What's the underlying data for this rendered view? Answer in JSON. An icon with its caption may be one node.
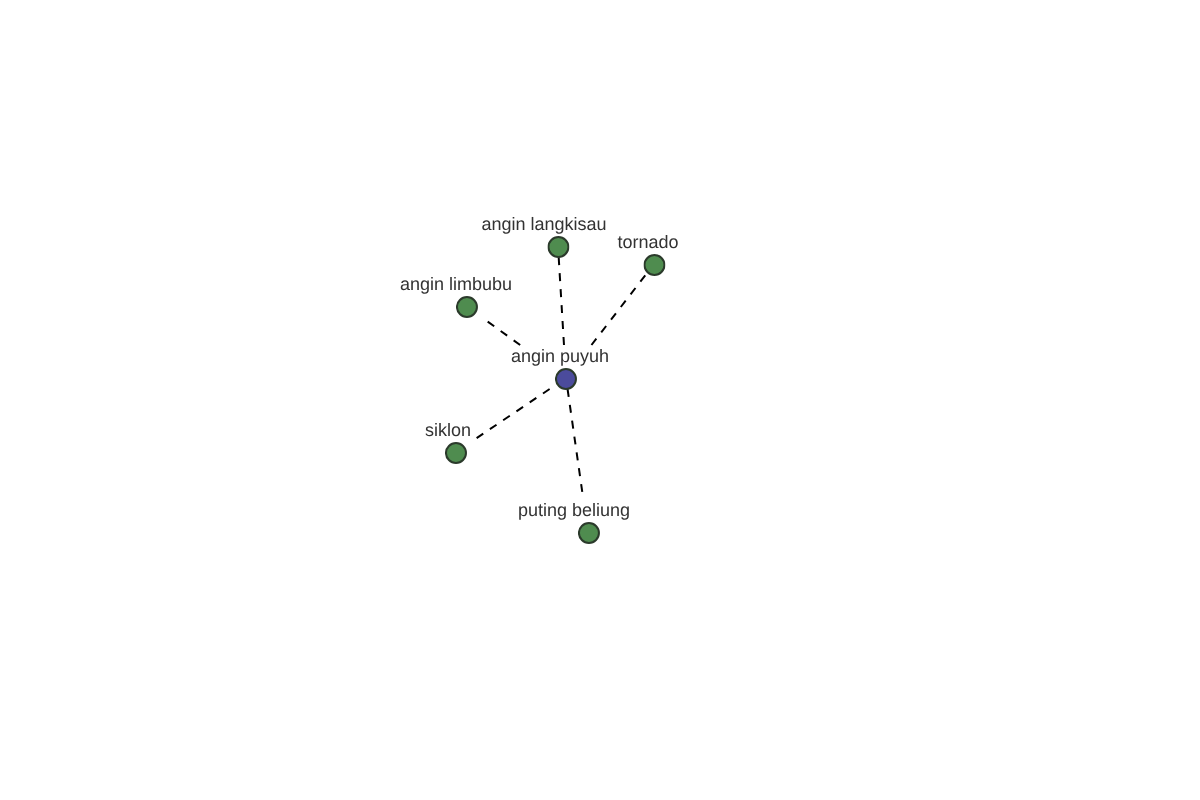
{
  "diagram": {
    "nodes": [
      {
        "text": [
          "angin langkisau"
        ]
      },
      {
        "text": [
          "tornado"
        ]
      },
      {
        "text": [
          "angin limbubu"
        ]
      },
      {
        "text": [
          "angin puyuh"
        ]
      },
      {
        "text": [
          "siklon"
        ]
      },
      {
        "text": [
          "puting beliung"
        ]
      }
    ],
    "edges": [
      {
        "from": 3,
        "to": 0,
        "arrow": "none",
        "style": "dashed"
      },
      {
        "from": 3,
        "to": 1,
        "arrow": "none",
        "style": "dashed"
      },
      {
        "from": 3,
        "to": 2,
        "arrow": "none",
        "style": "dashed"
      },
      {
        "from": 3,
        "to": 4,
        "arrow": "none",
        "style": "dashed"
      },
      {
        "from": 3,
        "to": 5,
        "arrow": "none",
        "style": "dashed"
      }
    ]
  }
}
